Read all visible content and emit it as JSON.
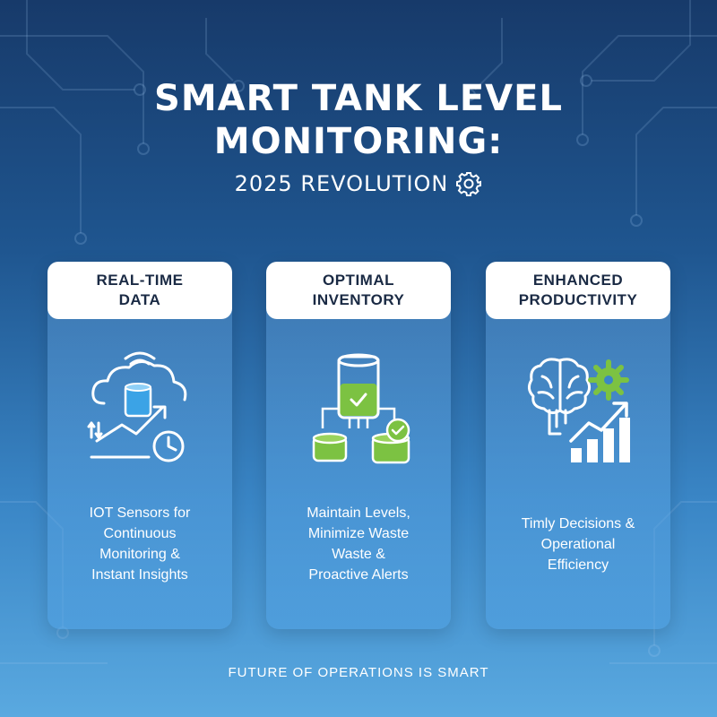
{
  "hero": {
    "title_line1": "SMART TANK LEVEL",
    "title_line2": "MONITORING:",
    "subtitle": "2025 REVOLUTION",
    "subtitle_icon": "gear-icon"
  },
  "cards": [
    {
      "heading_line1": "REAL-TIME",
      "heading_line2": "DATA",
      "icon": "cloud-sensor-chart-icon",
      "description": "IOT Sensors for\nContinuous\nMonitoring &\nInstant Insights"
    },
    {
      "heading_line1": "OPTIMAL",
      "heading_line2": "INVENTORY",
      "icon": "tank-inventory-icon",
      "description": "Maintain Levels,\nMinimize Waste\nWaste &\nProactive Alerts"
    },
    {
      "heading_line1": "ENHANCED",
      "heading_line2": "PRODUCTIVITY",
      "icon": "brain-gear-growth-icon",
      "description": "Timly Decisions &\nOperational\nEfficiency"
    }
  ],
  "footer": "FUTURE OF OPERATIONS IS SMART",
  "colors": {
    "accent_green": "#7cc242",
    "card_header_text": "#1a2a44",
    "background_top": "#173a6a",
    "background_bottom": "#5aa9e0"
  }
}
